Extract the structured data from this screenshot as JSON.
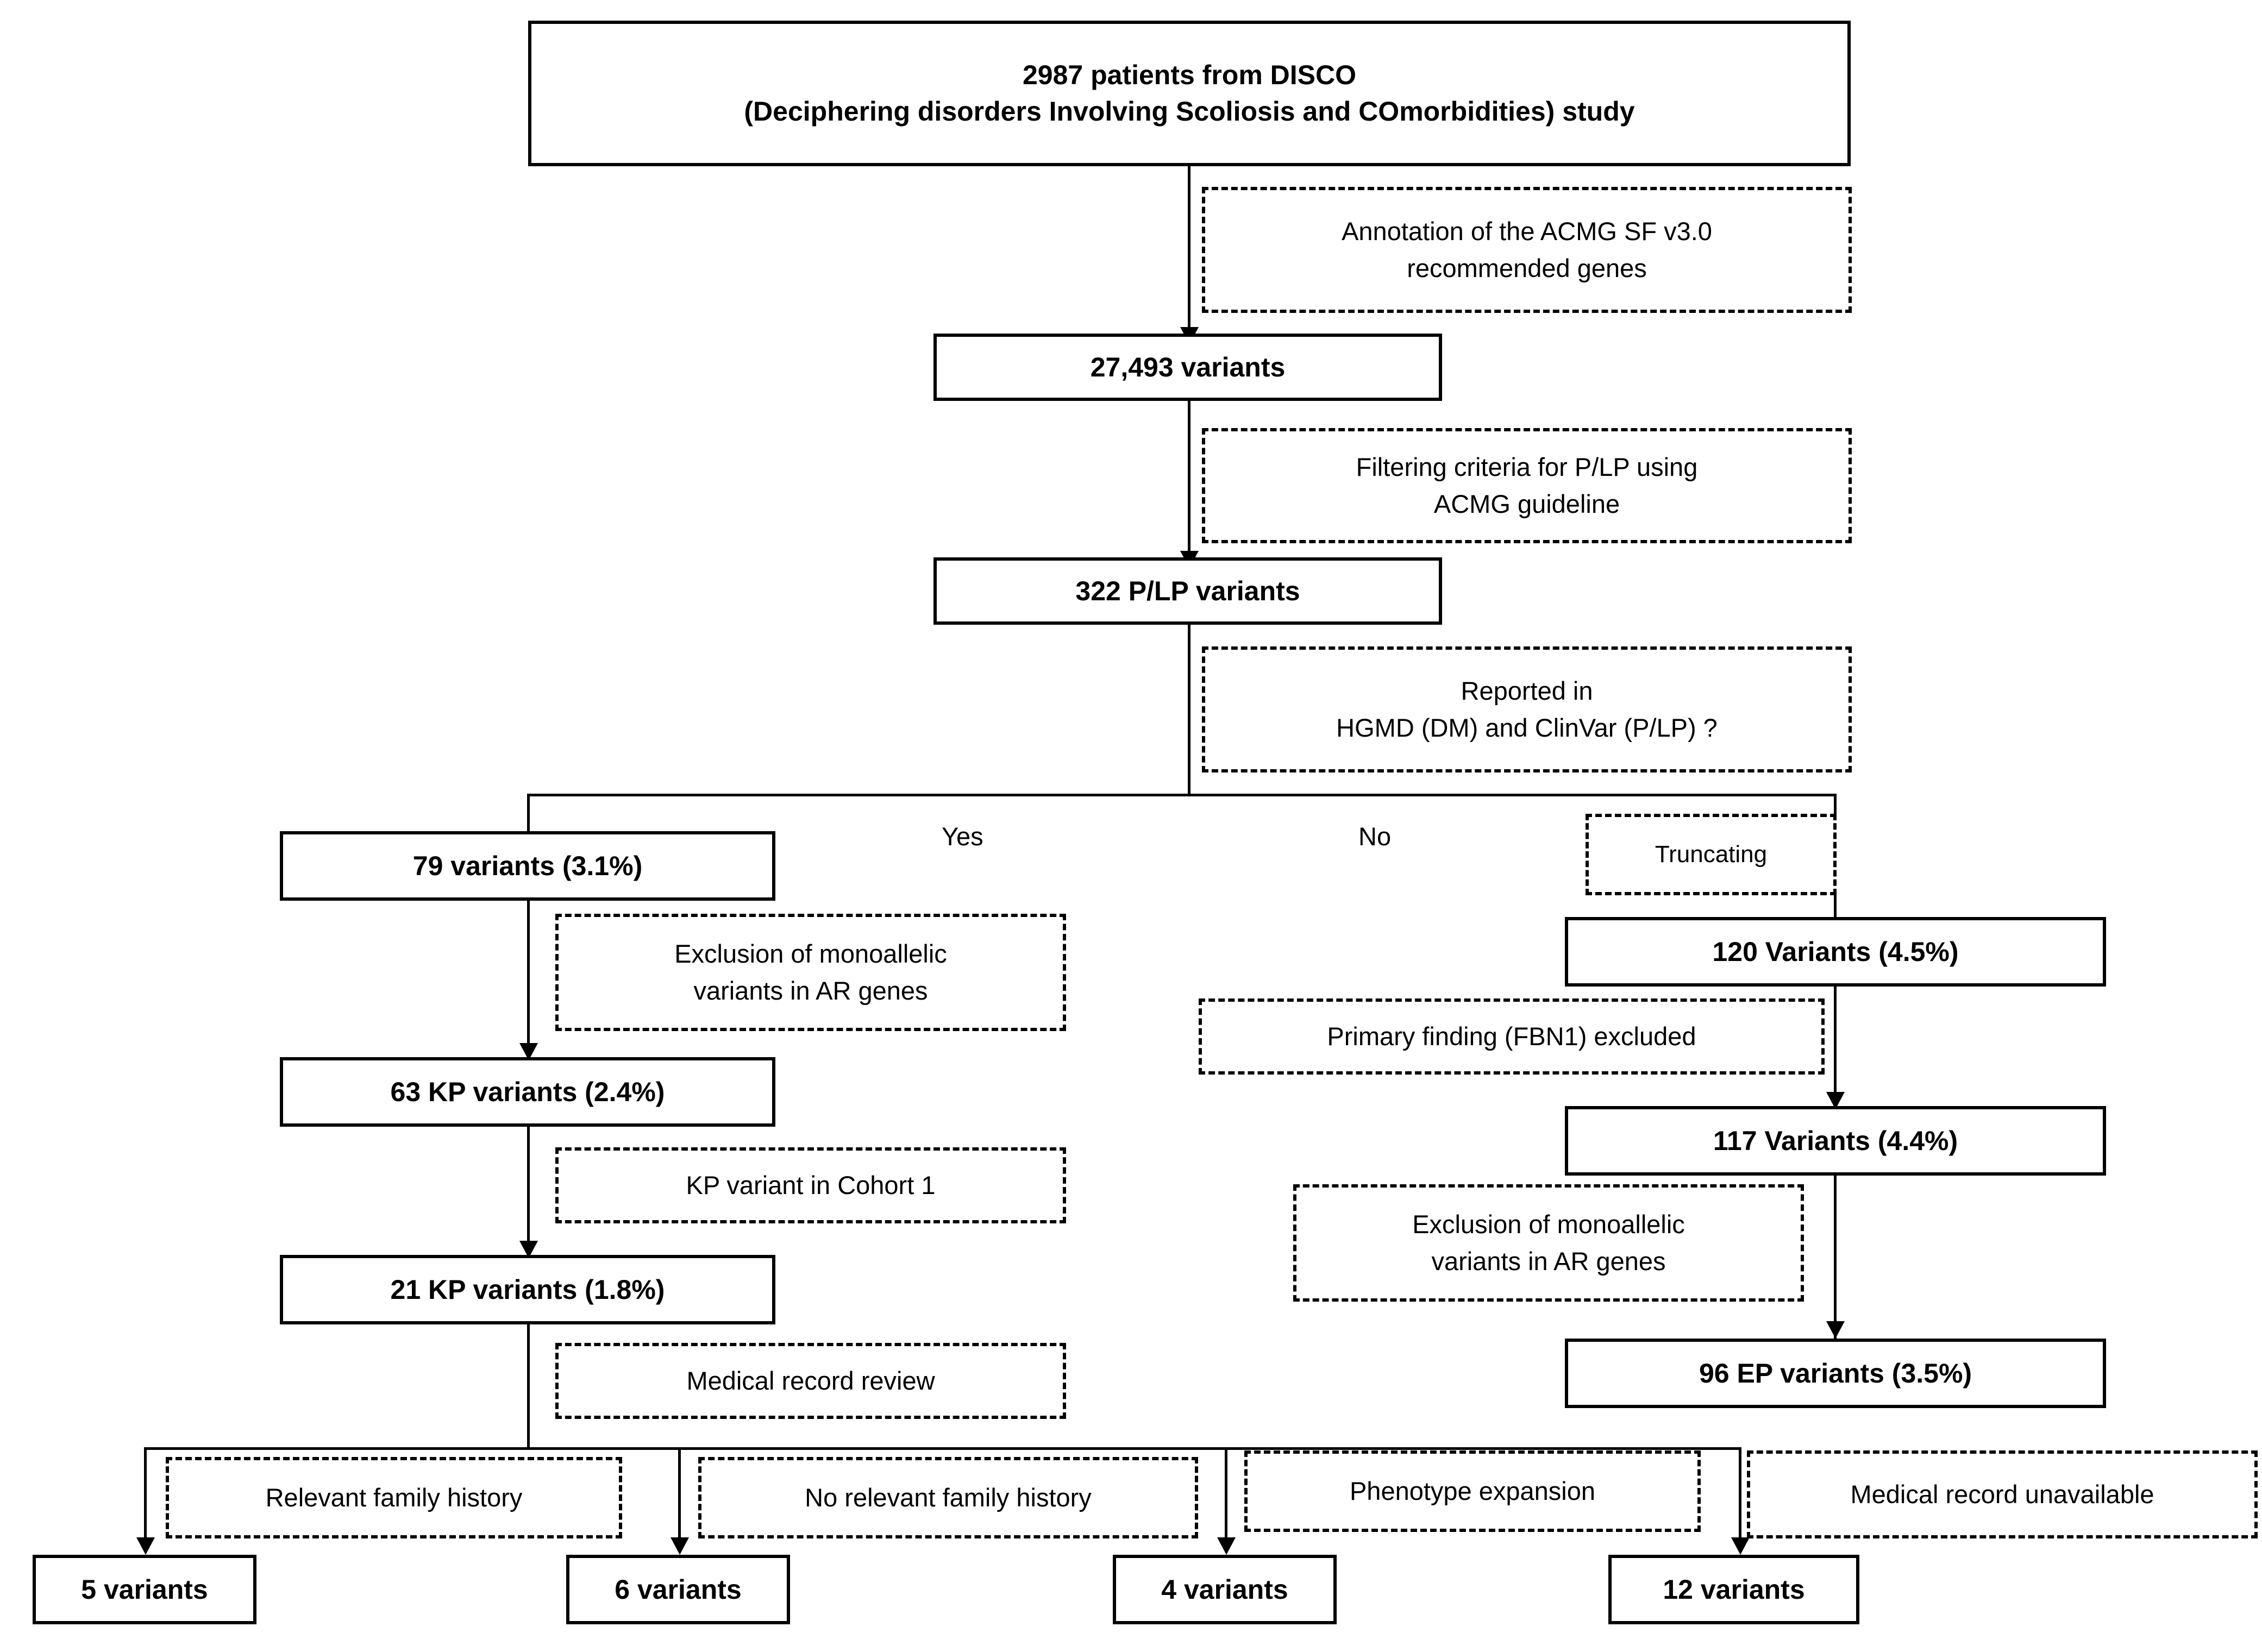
{
  "diagram": {
    "title": "Variant filtering flowchart for ACMG SF v3.0 secondary findings in the DISCO cohort",
    "type": "flowchart",
    "nodes": {
      "cohort": {
        "line1": "2987 patients from DISCO",
        "line2": "(Deciphering disorders Involving Scoliosis and COmorbidities) study"
      },
      "variants_all": {
        "line1": "27,493 variants"
      },
      "plp": {
        "line1": "322 P/LP variants"
      },
      "yes_79": {
        "line1": "79  variants (3.1%)"
      },
      "kp_63": {
        "line1": "63 KP variants (2.4%)"
      },
      "kp_21": {
        "line1": "21 KP variants (1.8%)"
      },
      "no_120": {
        "line1": "120 Variants  (4.5%)"
      },
      "no_117": {
        "line1": "117  Variants  (4.4%)"
      },
      "ep_96": {
        "line1": "96 EP variants (3.5%)"
      },
      "out_5": {
        "line1": "5 variants"
      },
      "out_6": {
        "line1": "6 variants"
      },
      "out_4": {
        "line1": "4 variants"
      },
      "out_12": {
        "line1": "12 variants"
      }
    },
    "annotations": {
      "annotation_acmg": {
        "line1": "Annotation of the ACMG SF v3.0",
        "line2": "recommended genes"
      },
      "filtering": {
        "line1": "Filtering criteria for P/LP using",
        "line2": "ACMG guideline"
      },
      "reported": {
        "line1": "Reported in",
        "line2": "HGMD (DM) and ClinVar (P/LP) ?"
      },
      "truncating": {
        "line1": "Truncating"
      },
      "exclusion_left": {
        "line1": "Exclusion of monoallelic",
        "line2": "variants in AR genes"
      },
      "cohort1": {
        "line1": "KP variant in Cohort 1"
      },
      "medical_review": {
        "line1": "Medical record review"
      },
      "primary_fbn1": {
        "line1": "Primary finding (FBN1) excluded"
      },
      "exclusion_right": {
        "line1": "Exclusion of monoallelic",
        "line2": "variants in AR genes"
      },
      "relevant_fh": {
        "line1": "Relevant family history"
      },
      "no_relevant_fh": {
        "line1": "No relevant family history"
      },
      "phenotype_exp": {
        "line1": "Phenotype expansion"
      },
      "record_unavailable": {
        "line1": "Medical record unavailable"
      }
    },
    "branch_labels": {
      "yes": "Yes",
      "no": "No"
    },
    "colors": {
      "stroke": "#000000",
      "background": "#ffffff",
      "text": "#000000"
    }
  },
  "chart_data": {
    "type": "flowchart",
    "title": "Variant filtering flowchart — DISCO study ACMG SF v3.0 secondary findings",
    "steps": [
      {
        "id": "cohort",
        "label": "2987 patients from DISCO (Deciphering disorders Involving Scoliosis and COmorbidities) study",
        "value": 2987,
        "unit": "patients"
      },
      {
        "id": "variants_all",
        "label": "27,493 variants",
        "value": 27493,
        "unit": "variants"
      },
      {
        "id": "plp",
        "label": "322 P/LP variants",
        "value": 322,
        "unit": "variants"
      },
      {
        "id": "yes_79",
        "label": "79  variants (3.1%)",
        "value": 79,
        "percent": 3.1,
        "branch": "Yes"
      },
      {
        "id": "kp_63",
        "label": "63 KP variants (2.4%)",
        "value": 63,
        "percent": 2.4,
        "branch": "Yes"
      },
      {
        "id": "kp_21",
        "label": "21 KP variants (1.8%)",
        "value": 21,
        "percent": 1.8,
        "branch": "Yes"
      },
      {
        "id": "no_120",
        "label": "120 Variants  (4.5%)",
        "value": 120,
        "percent": 4.5,
        "branch": "No"
      },
      {
        "id": "no_117",
        "label": "117  Variants  (4.4%)",
        "value": 117,
        "percent": 4.4,
        "branch": "No"
      },
      {
        "id": "ep_96",
        "label": "96 EP variants (3.5%)",
        "value": 96,
        "percent": 3.5,
        "branch": "No"
      },
      {
        "id": "out_5",
        "label": "5 variants",
        "value": 5,
        "reason": "Relevant family history"
      },
      {
        "id": "out_6",
        "label": "6 variants",
        "value": 6,
        "reason": "No relevant family history"
      },
      {
        "id": "out_4",
        "label": "4 variants",
        "value": 4,
        "reason": "Phenotype expansion"
      },
      {
        "id": "out_12",
        "label": "12 variants",
        "value": 12,
        "reason": "Medical record unavailable"
      }
    ],
    "edge_annotations": [
      "Annotation of the ACMG SF v3.0 recommended genes",
      "Filtering criteria for P/LP using ACMG guideline",
      "Reported in HGMD (DM) and ClinVar (P/LP) ?",
      "Truncating",
      "Exclusion of monoallelic variants in AR genes",
      "KP variant in Cohort 1",
      "Medical record review",
      "Primary finding (FBN1) excluded",
      "Exclusion of monoallelic variants in AR genes",
      "Relevant family history",
      "No relevant family history",
      "Phenotype expansion",
      "Medical record unavailable"
    ]
  }
}
